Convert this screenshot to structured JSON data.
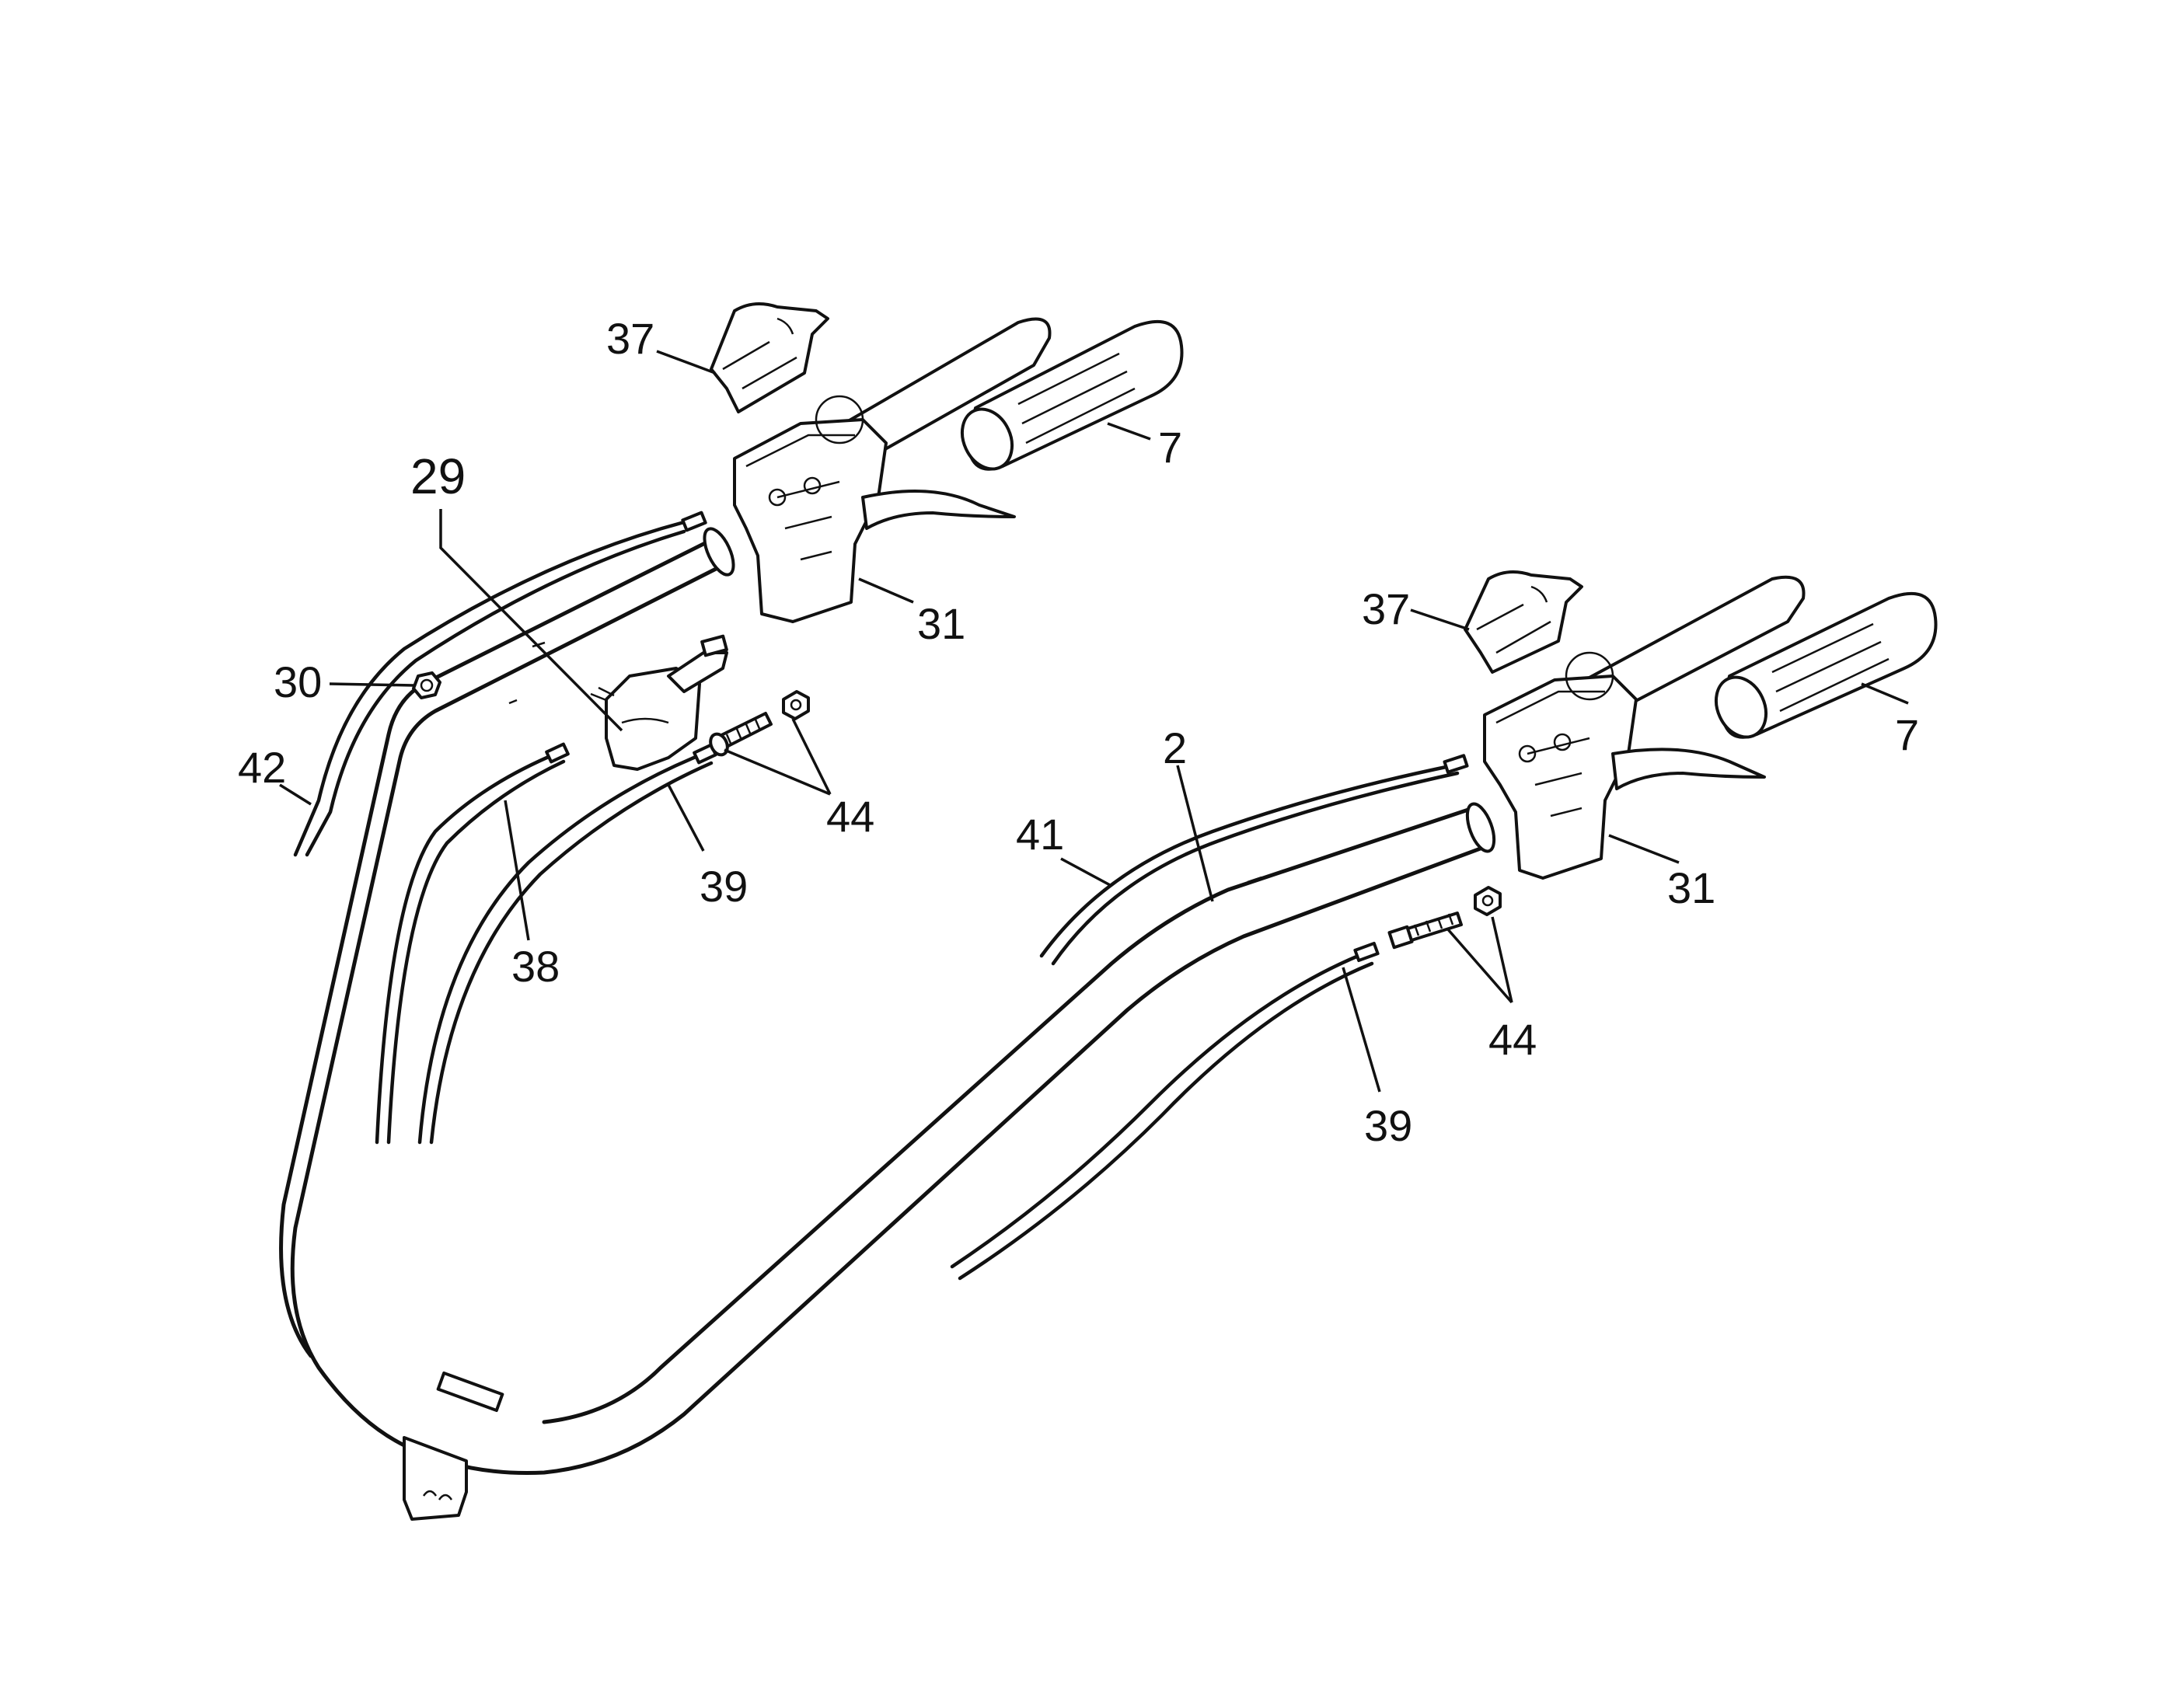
{
  "diagram": {
    "type": "exploded-parts-diagram",
    "colors": {
      "line": "#111111",
      "background": "#ffffff",
      "part_fill": "#ffffff"
    },
    "callouts": [
      {
        "id": "c37-left",
        "label": "37"
      },
      {
        "id": "c7-left",
        "label": "7"
      },
      {
        "id": "c29",
        "label": "29"
      },
      {
        "id": "c31-left",
        "label": "31"
      },
      {
        "id": "c30",
        "label": "30"
      },
      {
        "id": "c42",
        "label": "42"
      },
      {
        "id": "c44-left",
        "label": "44"
      },
      {
        "id": "c38",
        "label": "38"
      },
      {
        "id": "c39-left",
        "label": "39"
      },
      {
        "id": "c37-right",
        "label": "37"
      },
      {
        "id": "c7-right",
        "label": "7"
      },
      {
        "id": "c2",
        "label": "2"
      },
      {
        "id": "c41",
        "label": "41"
      },
      {
        "id": "c31-right",
        "label": "31"
      },
      {
        "id": "c44-right",
        "label": "44"
      },
      {
        "id": "c39-right",
        "label": "39"
      }
    ]
  }
}
